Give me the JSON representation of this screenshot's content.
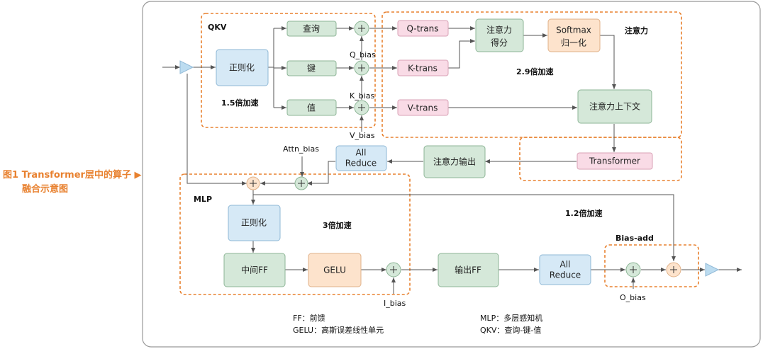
{
  "caption": {
    "line1": "图1  Transformer层中的算子 ▶",
    "line2": "融合示意图"
  },
  "group_labels": {
    "qkv": "QKV",
    "attention": "注意力",
    "mlp": "MLP",
    "bias_add": "Bias-add"
  },
  "speedups": {
    "qkv": "1.5倍加速",
    "attention": "2.9倍加速",
    "mlp": "3倍加速",
    "output": "1.2倍加速"
  },
  "nodes": {
    "norm1": "正则化",
    "query": "查询",
    "key": "键",
    "value": "值",
    "q_trans": "Q-trans",
    "k_trans": "K-trans",
    "v_trans": "V-trans",
    "attn_score_1": "注意力",
    "attn_score_2": "得分",
    "softmax_1": "Softmax",
    "softmax_2": "归一化",
    "attn_context": "注意力上下文",
    "transformer": "Transformer",
    "attn_output": "注意力输出",
    "allreduce1_1": "All",
    "allreduce1_2": "Reduce",
    "norm2": "正则化",
    "mid_ff": "中间FF",
    "gelu": "GELU",
    "out_ff": "输出FF",
    "allreduce2_1": "All",
    "allreduce2_2": "Reduce"
  },
  "bias_labels": {
    "q_bias": "Q_bias",
    "k_bias": "K_bias",
    "v_bias": "V_bias",
    "attn_bias": "Attn_bias",
    "i_bias": "I_bias",
    "o_bias": "O_bias"
  },
  "legend": {
    "ff": "FF：前馈",
    "gelu": "GELU：高斯误差线性单元",
    "mlp": "MLP：多层感知机",
    "qkv": "QKV：查询-键-值"
  },
  "colors": {
    "accent": "#e8812f",
    "blue_fill": "#d6e9f6",
    "green_fill": "#d5e8d9",
    "pink_fill": "#f9dbe6",
    "peach_fill": "#fde3cc",
    "line": "#555555"
  }
}
